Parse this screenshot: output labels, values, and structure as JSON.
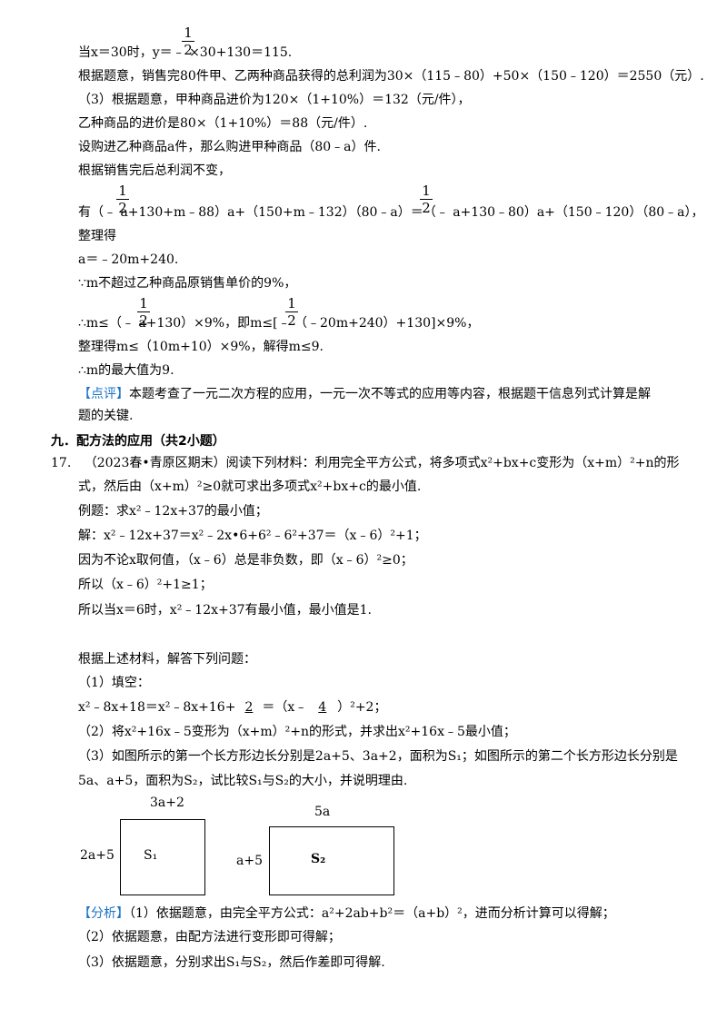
{
  "lines": [
    {
      "id": "l1",
      "text": "当x＝30时，y＝﹣   ×30+130＝115."
    },
    {
      "id": "l2",
      "text": "根据题意，销售完80件甲、乙两种商品获得的总利润为30×（115﹣80）+50×（150﹣120）＝2550（元）."
    },
    {
      "id": "l3",
      "text": "（3）根据题意，甲种商品进价为120×（1+10%）＝132（元/件），"
    },
    {
      "id": "l4",
      "text": "乙种商品的进价是80×（1+10%）＝88（元/件）."
    },
    {
      "id": "l5",
      "text": "设购进乙种商品a件，那么购进甲种商品（80﹣a）件."
    },
    {
      "id": "l6",
      "text": "根据销售完后总利润不变，"
    },
    {
      "id": "l7",
      "text": "有（﹣  a+130+m﹣88）a+（150+m﹣132）（80﹣a）＝（﹣  a+130﹣80）a+（150﹣120）（80﹣a），"
    },
    {
      "id": "l8",
      "text": "整理得"
    },
    {
      "id": "l9",
      "text": "a＝﹣20m+240."
    },
    {
      "id": "l10",
      "text": "∵m不超过乙种商品原销售单价的9%，"
    },
    {
      "id": "l11",
      "text": "∴m≤（﹣  a+130）×9%，即m≤[﹣  （﹣20m+240）+130]×9%，"
    },
    {
      "id": "l12",
      "text": "整理得m≤（10m+10）×9%，解得m≤9."
    },
    {
      "id": "l13",
      "text": "∴m的最大值为9."
    }
  ],
  "review": {
    "tag": "【点评】",
    "text": "本题考查了一元二次方程的应用，一元一次不等式的应用等内容，根据题干信息列式计算是解",
    "text2": "题的关键."
  },
  "section": "九．配方法的应用（共2小题）",
  "problem": {
    "number": "17.",
    "p1": "（2023春•青原区期末）阅读下列材料：利用完全平方公式，将多项式x²+bx+c变形为（x+m）²+n的形",
    "p2": "式，然后由（x+m）²≥0就可求出多项式x²+bx+c的最小值.",
    "p3": "例题：求x²﹣12x+37的最小值；",
    "p4": "解：x²﹣12x+37＝x²﹣2x•6+6²﹣6²+37＝（x﹣6）²+1；",
    "p5": "因为不论x取何值，（x﹣6）总是非负数，即（x﹣6）²≥0；",
    "p6": "所以（x﹣6）²+1≥1；",
    "p7": "所以当x＝6时，x²﹣12x+37有最小值，最小值是1.",
    "p8": "根据上述材料，解答下列问题：",
    "p9": "（1）填空：",
    "p10a": "x²﹣8x+18＝x²﹣8x+16+",
    "p10b": "2",
    "p10c": "＝（x﹣",
    "p10d": "4",
    "p10e": "）²+2；",
    "p11": "（2）将x²+16x﹣5变形为（x+m）²+n的形式，并求出x²+16x﹣5最小值；",
    "p12": "（3）如图所示的第一个长方形边长分别是2a+5、3a+2，面积为S₁；如图所示的第二个长方形边长分别是",
    "p13": "5a、a+5，面积为S₂，试比较S₁与S₂的大小，并说明理由."
  },
  "figure": {
    "rect1_top": "3a+2",
    "rect1_left": "2a+5",
    "rect1_inner": "S₁",
    "rect2_top": "5a",
    "rect2_left": "a+5",
    "rect2_inner": "S₂"
  },
  "analysis": {
    "tag": "【分析】",
    "a1": "（1）依据题意，由完全平方公式：a²+2ab+b²＝（a+b）²，进而分析计算可以得解；",
    "a2": "（2）依据题意，由配方法进行变形即可得解；",
    "a3": "（3）依据题意，分别求出S₁与S₂，然后作差即可得解."
  },
  "frac": {
    "num": "1",
    "den": "2"
  }
}
